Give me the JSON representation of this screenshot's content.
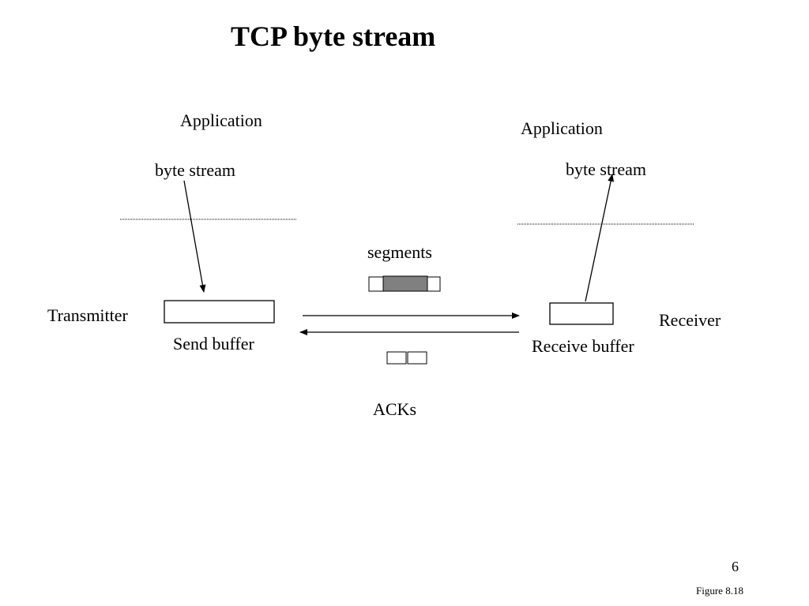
{
  "title": "TCP byte stream",
  "left_side": {
    "application_label": "Application",
    "stream_label": "byte stream",
    "role_label": "Transmitter",
    "buffer_label": "Send buffer"
  },
  "right_side": {
    "application_label": "Application",
    "stream_label": "byte stream",
    "role_label": "Receiver",
    "buffer_label": "Receive buffer"
  },
  "channel": {
    "segments_label": "segments",
    "acks_label": "ACKs"
  },
  "footer": {
    "page_number": "6",
    "figure_ref": "Figure 8.18"
  },
  "colors": {
    "line": "#000000",
    "segment_fill": "#808080",
    "background": "#ffffff"
  }
}
